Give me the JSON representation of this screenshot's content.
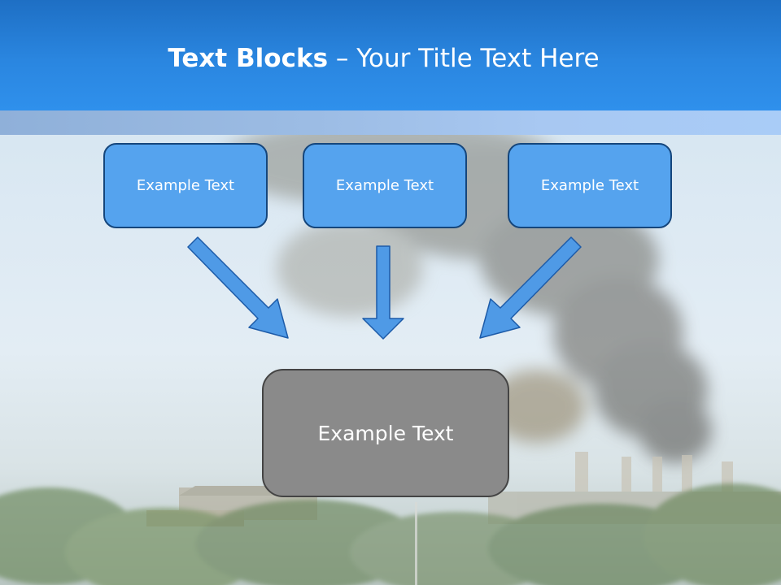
{
  "slide": {
    "title_bold": "Text Blocks",
    "title_separator": " – ",
    "title_rest": "Your Title Text Here"
  },
  "blocks": {
    "top": [
      "Example Text",
      "Example Text",
      "Example Text"
    ],
    "bottom": "Example Text"
  },
  "colors": {
    "header": "#2a86e0",
    "top_box_fill": "#55a3ee",
    "top_box_border": "#15467c",
    "bottom_box_fill": "#8a8a8a",
    "arrow_fill": "#4f9ae6",
    "arrow_stroke": "#1d5ba8"
  },
  "icons": [
    "arrow-down-right-icon",
    "arrow-down-icon",
    "arrow-down-left-icon"
  ]
}
